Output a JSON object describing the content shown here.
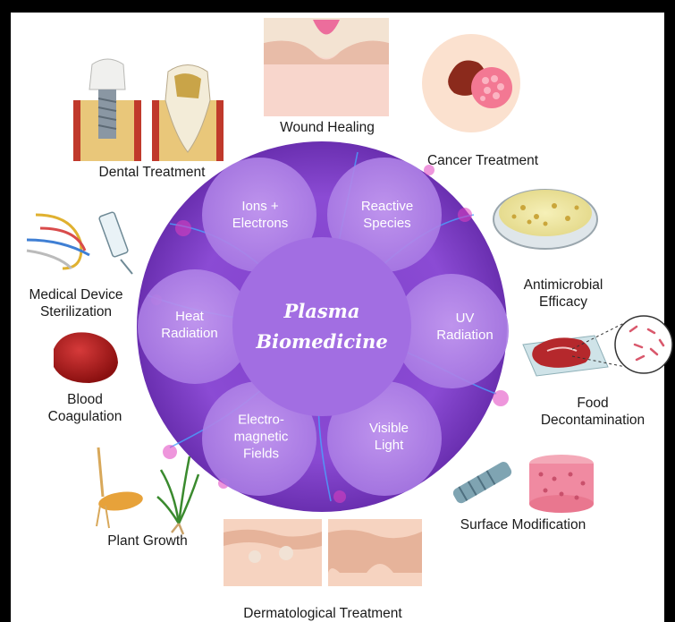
{
  "center": {
    "line1": "Plasma",
    "line2": "Biomedicine"
  },
  "petals": [
    {
      "id": "ions",
      "text": "Ions +\nElectrons"
    },
    {
      "id": "reactive",
      "text": "Reactive\nSpecies"
    },
    {
      "id": "uv",
      "text": "UV\nRadiation"
    },
    {
      "id": "visible",
      "text": "Visible\nLight"
    },
    {
      "id": "em",
      "text": "Electro-\nmagnetic\nFields"
    },
    {
      "id": "heat",
      "text": "Heat\nRadiation"
    }
  ],
  "applications": [
    {
      "id": "wound",
      "text": "Wound Healing"
    },
    {
      "id": "cancer",
      "text": "Cancer Treatment"
    },
    {
      "id": "dental",
      "text": "Dental Treatment"
    },
    {
      "id": "antimicrobial",
      "text": "Antimicrobial\nEfficacy"
    },
    {
      "id": "sterilization",
      "text": "Medical Device\nSterilization"
    },
    {
      "id": "food",
      "text": "Food\nDecontamination"
    },
    {
      "id": "blood",
      "text": "Blood\nCoagulation"
    },
    {
      "id": "surface",
      "text": "Surface Modification"
    },
    {
      "id": "plant",
      "text": "Plant Growth"
    },
    {
      "id": "derma",
      "text": "Dermatological Treatment"
    }
  ],
  "colors": {
    "outer_disc": "#8e4fd6",
    "petal": "#b58ae8",
    "center": "#a06ce0",
    "frame": "#000000"
  }
}
